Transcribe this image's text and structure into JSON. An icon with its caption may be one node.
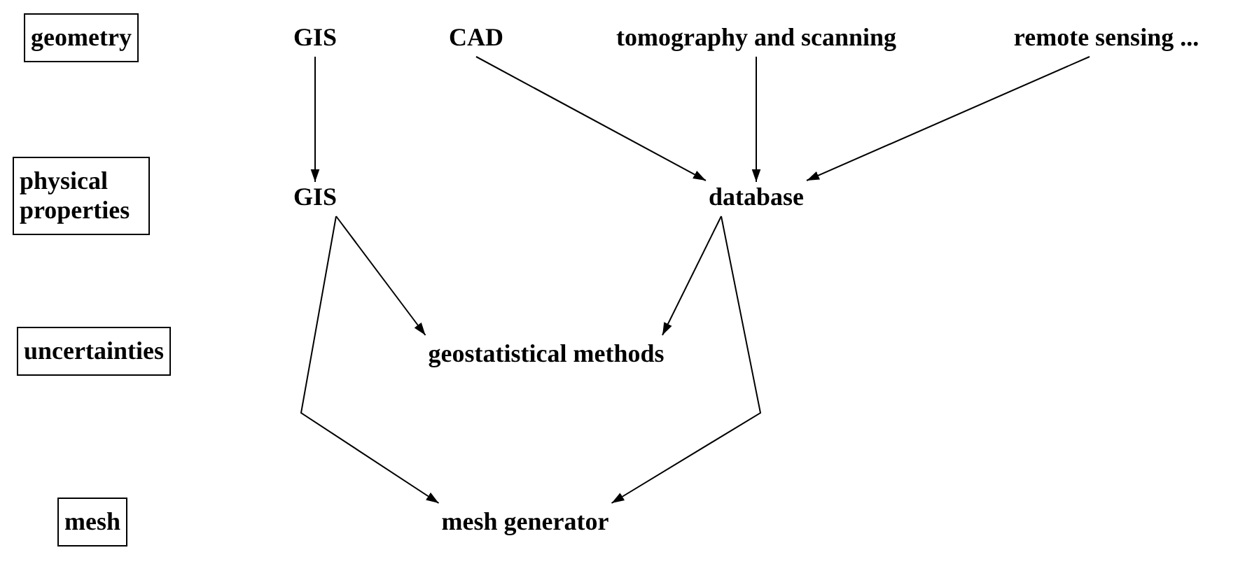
{
  "diagram": {
    "nodes": [
      {
        "text": [
          "geometry"
        ]
      },
      {
        "text": [
          "physical properties"
        ]
      },
      {
        "text": [
          "uncertainties"
        ]
      },
      {
        "text": [
          "mesh"
        ]
      },
      {
        "text": [
          "GIS"
        ]
      },
      {
        "text": [
          "CAD"
        ]
      },
      {
        "text": [
          "tomography and scanning"
        ]
      },
      {
        "text": [
          "remote sensing ..."
        ]
      },
      {
        "text": [
          "GIS"
        ]
      },
      {
        "text": [
          "database"
        ]
      },
      {
        "text": [
          "geostatistical methods"
        ]
      },
      {
        "text": [
          "mesh generator"
        ]
      }
    ],
    "edges": [
      {
        "from": 4,
        "to": 8,
        "arrow": "to"
      },
      {
        "from": 5,
        "to": 9,
        "arrow": "to"
      },
      {
        "from": 6,
        "to": 9,
        "arrow": "to"
      },
      {
        "from": 7,
        "to": 9,
        "arrow": "to"
      },
      {
        "from": 8,
        "to": 10,
        "arrow": "to"
      },
      {
        "from": 9,
        "to": 10,
        "arrow": "to"
      },
      {
        "from": 8,
        "to": 11,
        "arrow": "to"
      },
      {
        "from": 9,
        "to": 11,
        "arrow": "to"
      }
    ]
  }
}
